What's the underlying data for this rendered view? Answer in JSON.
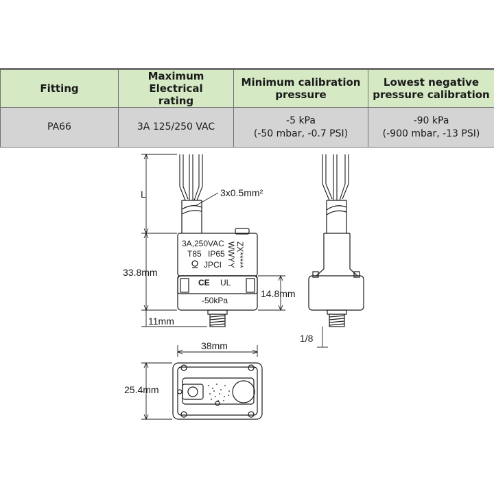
{
  "table": {
    "headers": [
      "Fitting",
      "Maximum Electrical\nrating",
      "Minimum calibration\npressure",
      "Lowest negative\npressure calibration"
    ],
    "row": [
      "PA66",
      "3A 125/250 VAC",
      "-5 kPa\n(-50 mbar, -0.7 PSI)",
      "-90 kPa\n(-900 mbar, -13 PSI)"
    ]
  },
  "drawing": {
    "cable_label": "3x0.5mm²",
    "length_label": "L",
    "height_label": "33.8mm",
    "base_height_label": "14.8mm",
    "thread_length_label": "11mm",
    "width_label": "38mm",
    "depth_label": "25.4mm",
    "thread_label": "1/8",
    "marking_rating": "3A,250VAC",
    "marking_temp": "T85",
    "marking_ip": "IP65",
    "marking_brand": "JPCI",
    "marking_date": "ZX*****\nWWYY",
    "marking_pressure": "-50kPa",
    "marking_ce": "CE",
    "marking_ul": "UL"
  },
  "colors": {
    "header_bg": "#d5e9c4",
    "row_bg": "#d4d4d4",
    "line": "#1a1a1a"
  }
}
